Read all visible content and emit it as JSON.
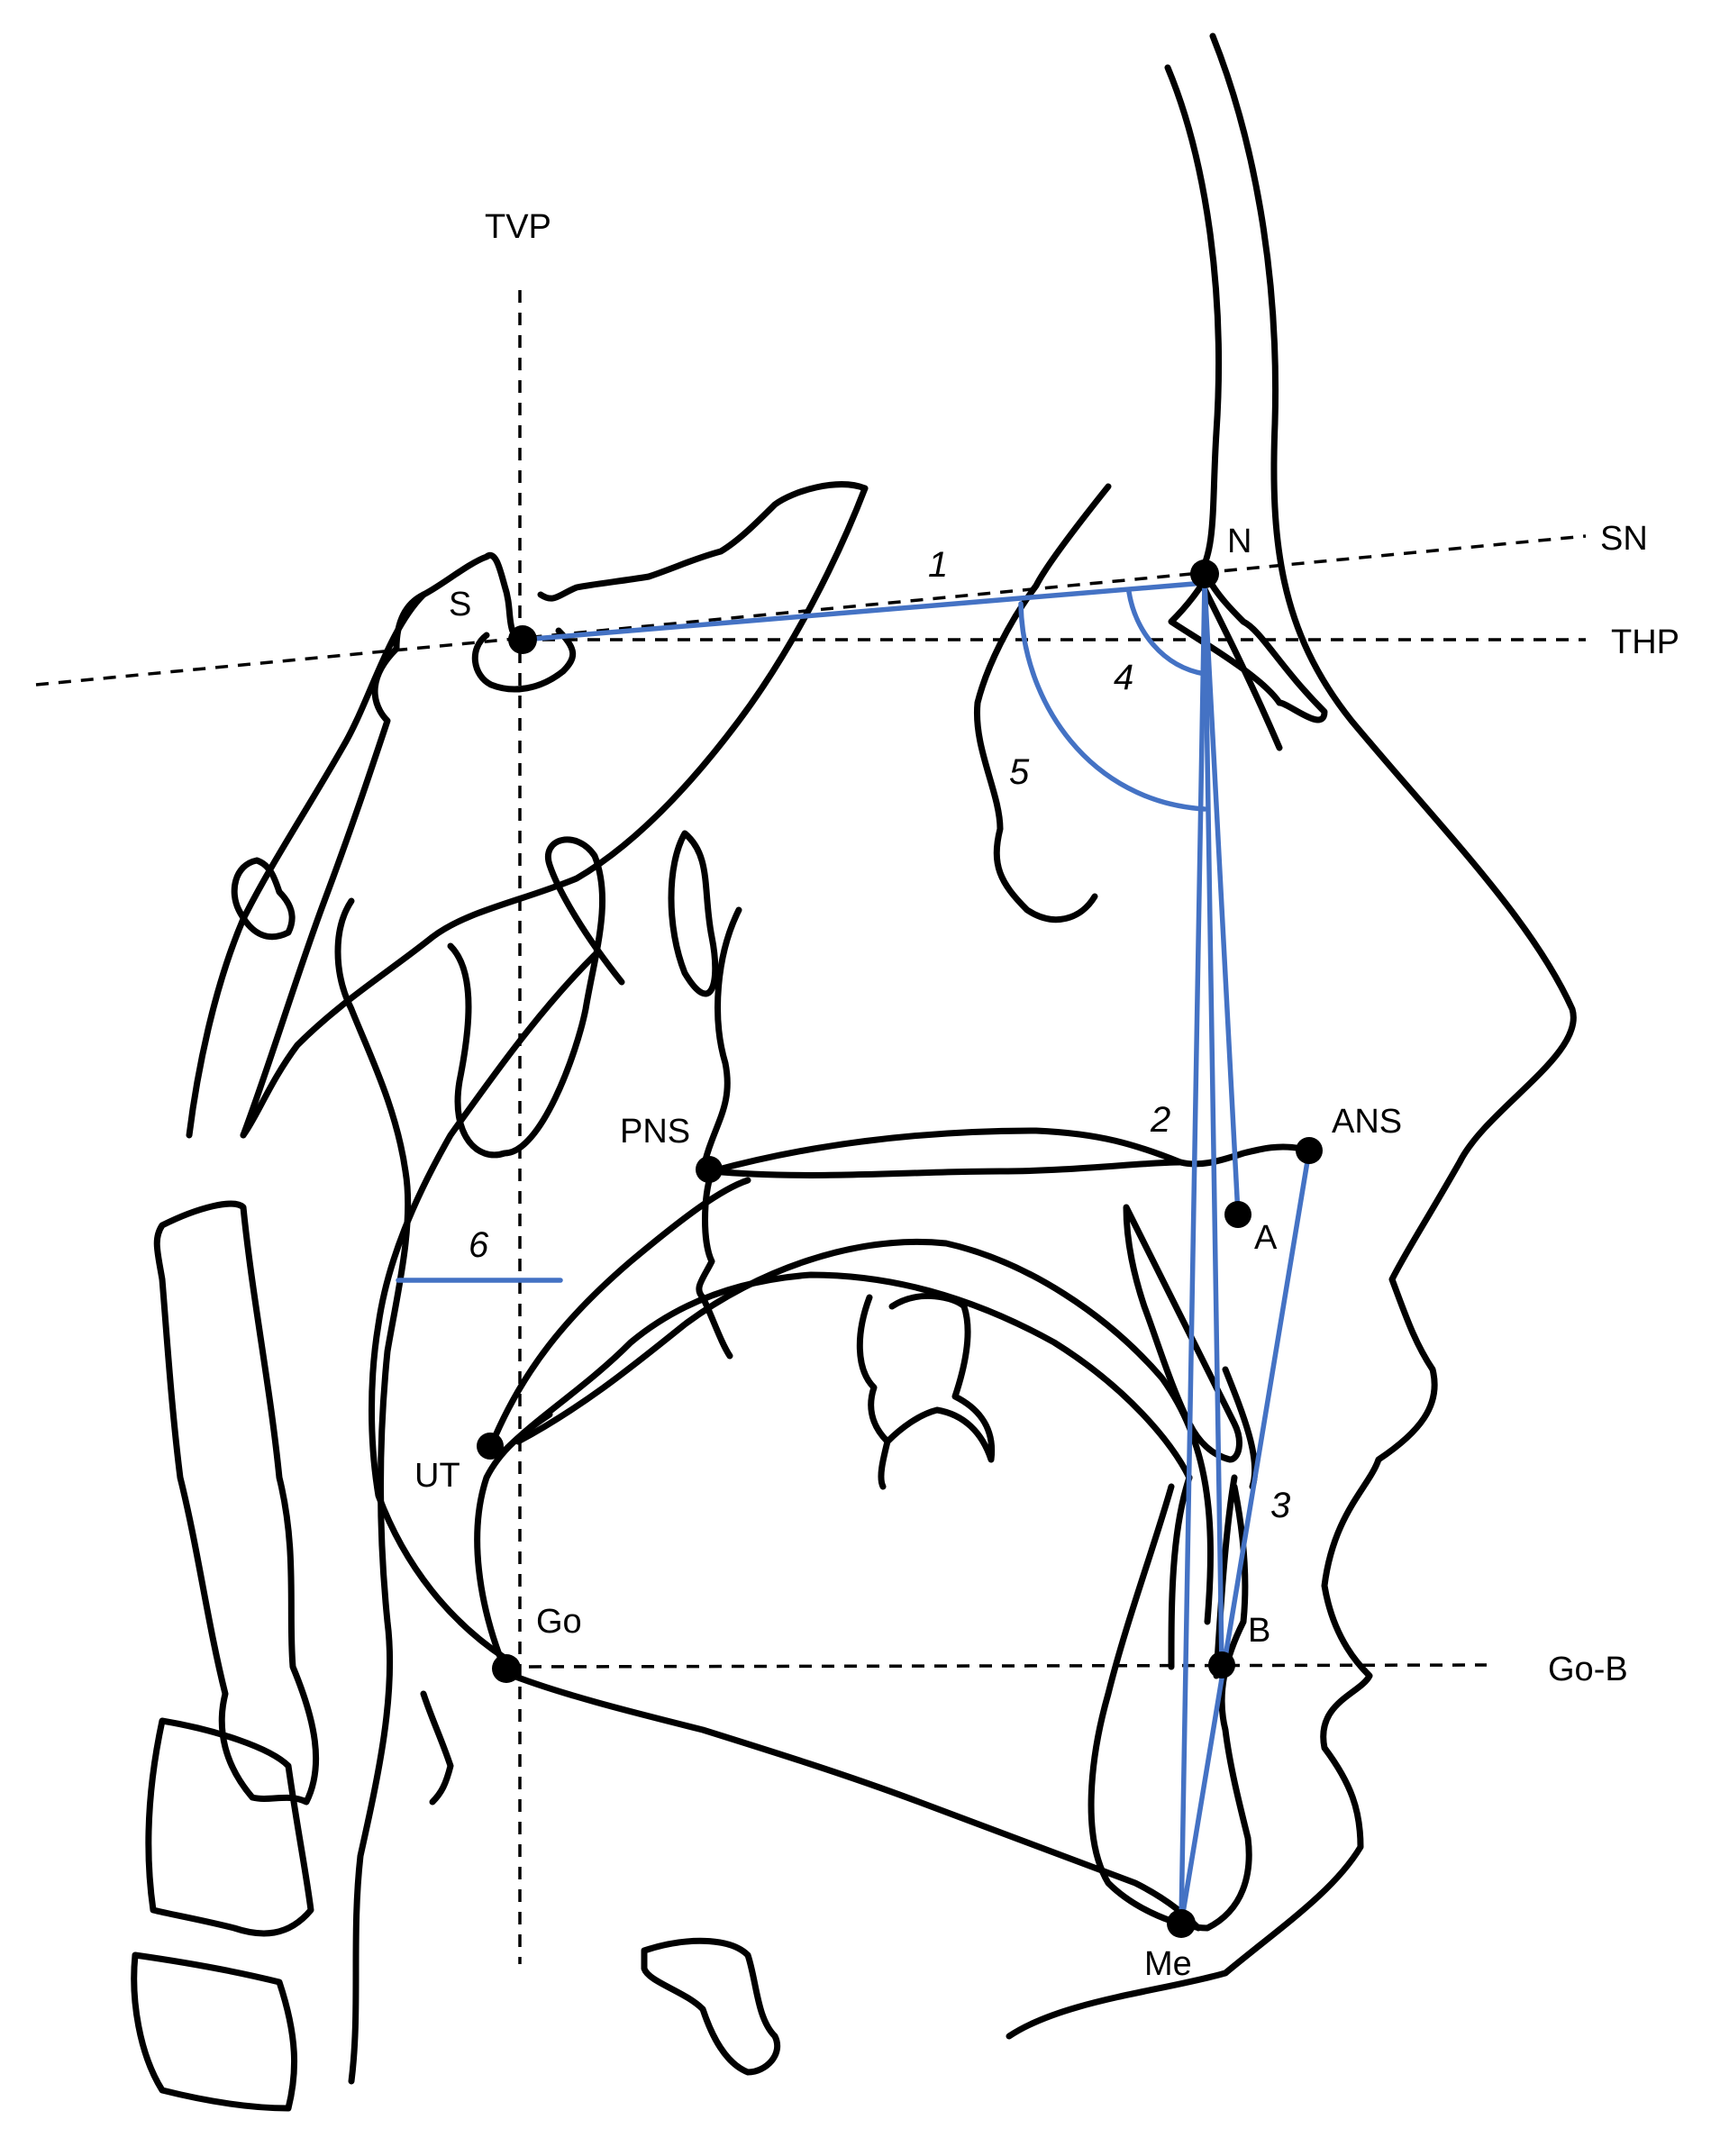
{
  "landmarks": [
    {
      "id": "S",
      "label": "S"
    },
    {
      "id": "N",
      "label": "N"
    },
    {
      "id": "PNS",
      "label": "PNS"
    },
    {
      "id": "ANS",
      "label": "ANS"
    },
    {
      "id": "A",
      "label": "A"
    },
    {
      "id": "B",
      "label": "B"
    },
    {
      "id": "UT",
      "label": "UT"
    },
    {
      "id": "Go",
      "label": "Go"
    },
    {
      "id": "Me",
      "label": "Me"
    }
  ],
  "reference_lines": [
    {
      "id": "TVP",
      "label": "TVP"
    },
    {
      "id": "SN",
      "label": "SN"
    },
    {
      "id": "THP",
      "label": "THP"
    },
    {
      "id": "GoB",
      "label": "Go-B"
    }
  ],
  "measurements": [
    {
      "id": "m1",
      "label": "1"
    },
    {
      "id": "m2",
      "label": "2"
    },
    {
      "id": "m3",
      "label": "3"
    },
    {
      "id": "m4",
      "label": "4"
    },
    {
      "id": "m5",
      "label": "5"
    },
    {
      "id": "m6",
      "label": "6"
    }
  ],
  "colors": {
    "measurement": "#4472c4",
    "outline": "#000000"
  }
}
